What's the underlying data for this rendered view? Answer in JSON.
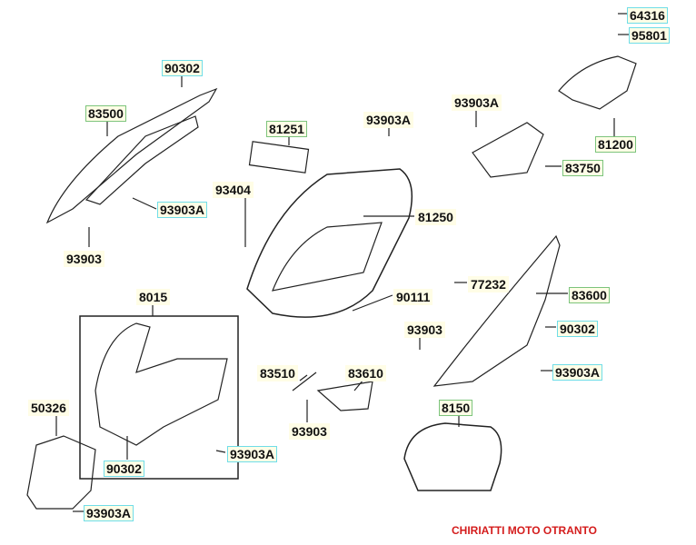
{
  "labels": [
    "64316",
    "95801",
    "90302",
    "83500",
    "81251",
    "93903A",
    "93903A",
    "81200",
    "83750",
    "93404",
    "81250",
    "93903A",
    "93903",
    "77232",
    "83600",
    "90111",
    "8015",
    "93903",
    "90302",
    "83510",
    "83610",
    "93903A",
    "50326",
    "8150",
    "93903",
    "90302",
    "93903A",
    "93903A"
  ],
  "footer": "CHIRIATTI MOTO OTRANTO"
}
